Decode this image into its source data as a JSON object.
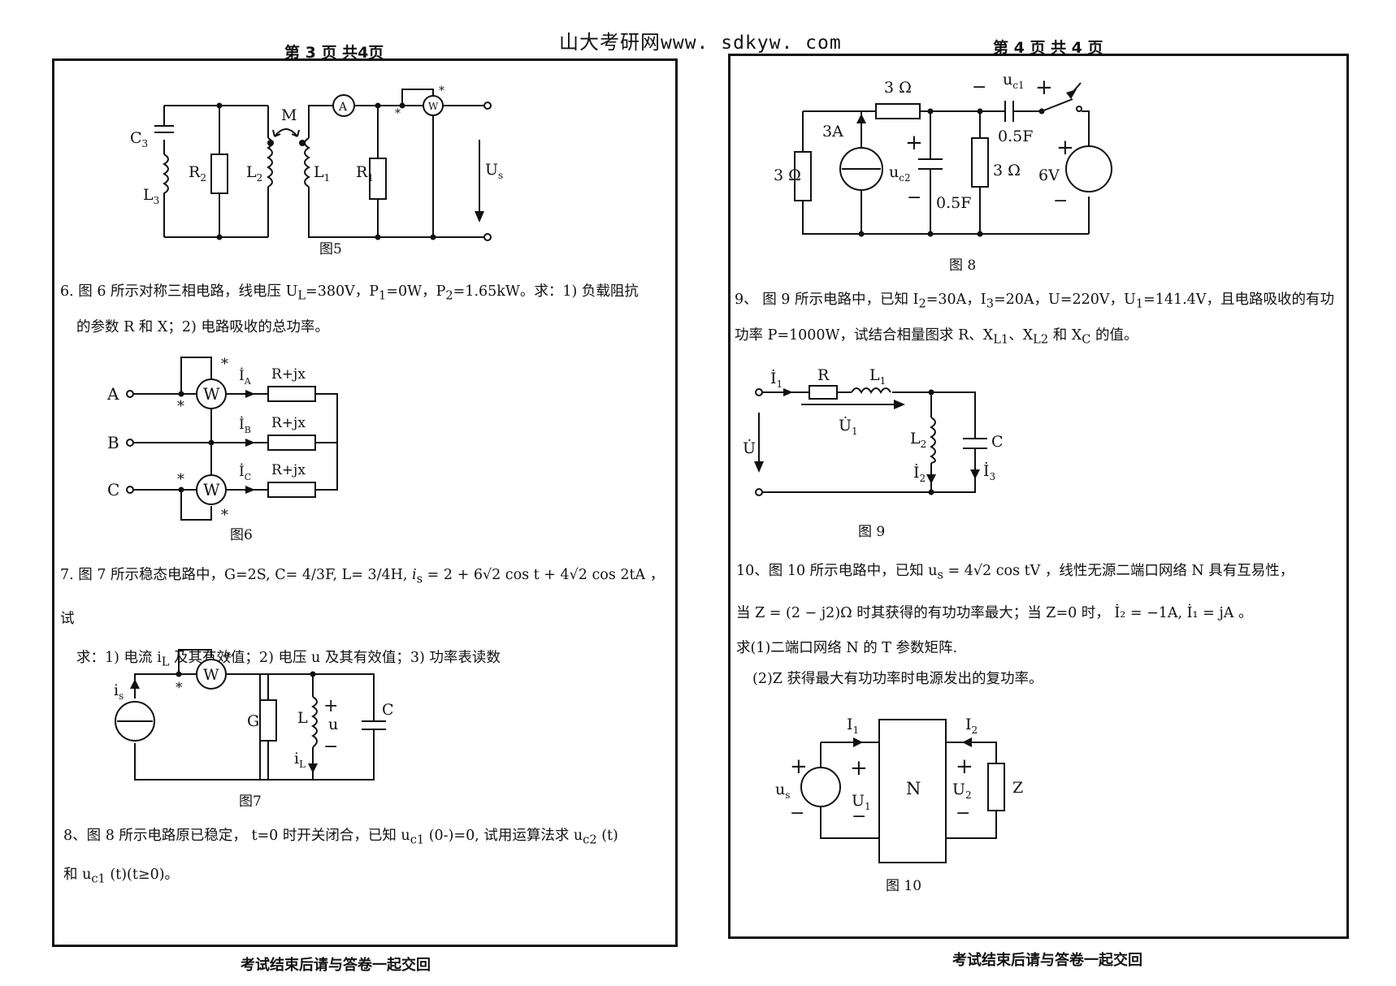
{
  "site_title": "山大考研网",
  "site_url": "www. sdkyw. com",
  "left_page": {
    "header": "第 3 页  共4页",
    "footer": "考试结束后请与答卷一起交回",
    "fig5": {
      "caption": "图5",
      "C3": "C",
      "C3_sub": "3",
      "L3": "L",
      "L3_sub": "3",
      "R2": "R",
      "R2_sub": "2",
      "L2": "L",
      "L2_sub": "2",
      "M": "M",
      "L1": "L",
      "L1_sub": "1",
      "R1": "R",
      "R1_sub": "1",
      "ammeter": "A",
      "wattmeter": "W",
      "Us": "U",
      "Us_sub": "s",
      "star": "*"
    },
    "q6": {
      "line1": "6. 图 6 所示对称三相电路，线电压 U",
      "UL_sub": "L",
      "line1b": "=380V，P",
      "P1_sub": "1",
      "line1c": "=0W，P",
      "P2_sub": "2",
      "line1d": "=1.65kW。求：1) 负载阻抗",
      "line2": "的参数 R 和 X；2) 电路吸收的总功率。"
    },
    "fig6": {
      "caption": "图6",
      "A": "A",
      "B": "B",
      "C": "C",
      "load": "R+jx",
      "W": "W",
      "IA": "İ",
      "IA_sub": "A",
      "IB": "İ",
      "IB_sub": "B",
      "IC": "İ",
      "IC_sub": "C",
      "star": "*"
    },
    "q7": {
      "line1a": "7. 图 7 所示稳态电路中，G=2S, C= 4/3F, L= 3/4H, ",
      "is": "i",
      "is_sub": "s",
      "formula": " = 2 + 6√2 cos t + 4√2 cos 2tA ，试",
      "line2a": "求：1) 电流 i",
      "iL_sub": "L",
      "line2b": " 及其有效值；2) 电压 u 及其有效值；3) 功率表读数"
    },
    "fig7": {
      "caption": "图7",
      "is": "i",
      "is_sub": "s",
      "W": "W",
      "G": "G",
      "L": "L",
      "u": "u",
      "plus": "+",
      "minus": "−",
      "iL": "i",
      "iL_sub": "L",
      "C": "C",
      "star": "*"
    },
    "q8": {
      "line1a": "8、图 8 所示电路原已稳定， t=0 时开关闭合，已知 u",
      "uc1_sub": "c1",
      "line1b": " (0-)=0, 试用运算法求 u",
      "uc2_sub": "c2",
      "line1c": " (t)",
      "line2a": "和 u",
      "uc1b_sub": "c1",
      "line2b": " (t)(t≥0)。"
    }
  },
  "right_page": {
    "header": "第 4 页  共 4 页",
    "footer": "考试结束后请与答卷一起交回",
    "fig8": {
      "caption": "图 8",
      "R_top": "3 Ω",
      "R_left": "3 Ω",
      "R_mid": "3 Ω",
      "I_src": "3A",
      "uc1": "u",
      "uc1_sub": "c1",
      "uc2": "u",
      "uc2_sub": "c2",
      "C1": "0.5F",
      "C2": "0.5F",
      "V": "6V",
      "plus": "+",
      "minus": "−"
    },
    "q9": {
      "line1a": "9、  图 9 所示电路中，已知 I",
      "I2_sub": "2",
      "line1b": "=30A，I",
      "I3_sub": "3",
      "line1c": "=20A，U=220V，U",
      "U1_sub": "1",
      "line1d": "=141.4V，且电路吸收的有功",
      "line2a": "功率 P=1000W，试结合相量图求 R、X",
      "XL1_sub": "L1",
      "line2b": "、X",
      "XL2_sub": "L2",
      "line2c": " 和 X",
      "XC_sub": "C",
      "line2d": " 的值。"
    },
    "fig9": {
      "caption": "图 9",
      "I1": "İ",
      "I1_sub": "1",
      "R": "R",
      "L1": "L",
      "L1_sub": "1",
      "U1": "U̇",
      "U1_sub": "1",
      "U": "U̇",
      "L2": "L",
      "L2_sub": "2",
      "C": "C",
      "I2": "İ",
      "I2_sub": "2",
      "I3": "İ",
      "I3_sub": "3"
    },
    "q10": {
      "line1a": "10、图 10 所示电路中，已知 u",
      "us_sub": "s",
      "line1b": " = 4√2 cos tV ，线性无源二端口网络 N 具有互易性，",
      "line2": "当 Z = (2 − j2)Ω 时其获得的有功功率最大；当 Z=0 时， İ₂ = −1A, İ₁ = jA 。",
      "line3": "求(1)二端口网络 N 的 T 参数矩阵.",
      "line4": "(2)Z 获得最大有功功率时电源发出的复功率。"
    },
    "fig10": {
      "caption": "图 10",
      "I1": "I",
      "I1_sub": "1",
      "I2": "I",
      "I2_sub": "2",
      "us": "u",
      "us_sub": "s",
      "U1": "U",
      "U1_sub": "1",
      "U2": "U",
      "U2_sub": "2",
      "N": "N",
      "Z": "Z",
      "plus": "+",
      "minus": "−"
    }
  }
}
